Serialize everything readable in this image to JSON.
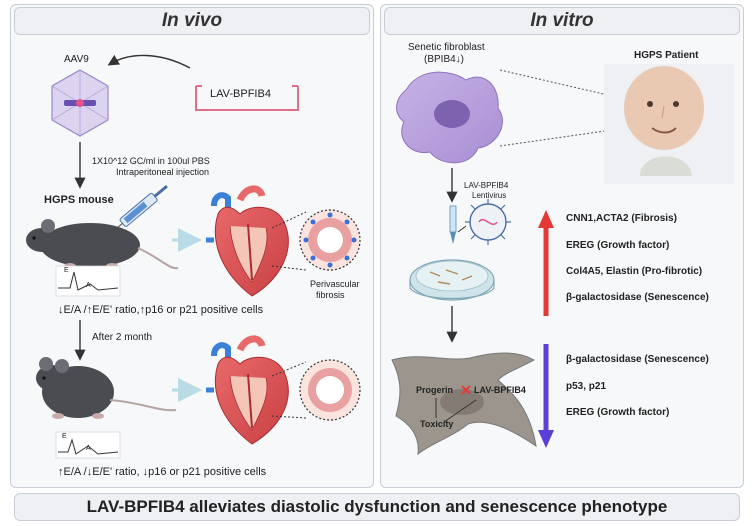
{
  "left_title": "In vivo",
  "right_title": "In vitro",
  "aav": "AAV9",
  "vector": "LAV-BPFIB4",
  "dose": "1X10^12 GC/ml in 100ul PBS",
  "route": "Intraperitoneal injection",
  "mouse": "HGPS mouse",
  "ecg_e": "E",
  "ecg_a": "A",
  "fibrosis_1": "Perivascular",
  "fibrosis_2": "fibrosis",
  "before": "↓E/A /↑E/E' ratio,↑p16  or p21 positive cells",
  "after2": "After 2 month",
  "after": "↑E/A /↓E/E' ratio, ↓p16 or p21 positive cells",
  "fibro_1": "Senetic fibroblast",
  "fibro_2": "(BPIB4↓)",
  "patient": "HGPS Patient",
  "lenti_1": "LAV-BPFIB4",
  "lenti_2": "Lentivirus",
  "up": [
    "CNN1,ACTA2 (Fibrosis)",
    "EREG (Growth factor)",
    "Col4A5, Elastin (Pro-fibrotic)",
    "β-galactosidase (Senescence)"
  ],
  "down": [
    "β-galactosidase (Senescence)",
    "p53, p21",
    "EREG (Growth factor)"
  ],
  "cell_progerin": "Progerin",
  "cell_lav": "LAV-BPFIB4",
  "cell_toxicity": "Toxicity",
  "footer": "LAV-BPFIB4 alleviates diastolic dysfunction and senescence phenotype",
  "colors": {
    "up_arrow": "#e53935",
    "down_arrow": "#5b3fd6",
    "panel_bg": "#f7f8fa"
  }
}
